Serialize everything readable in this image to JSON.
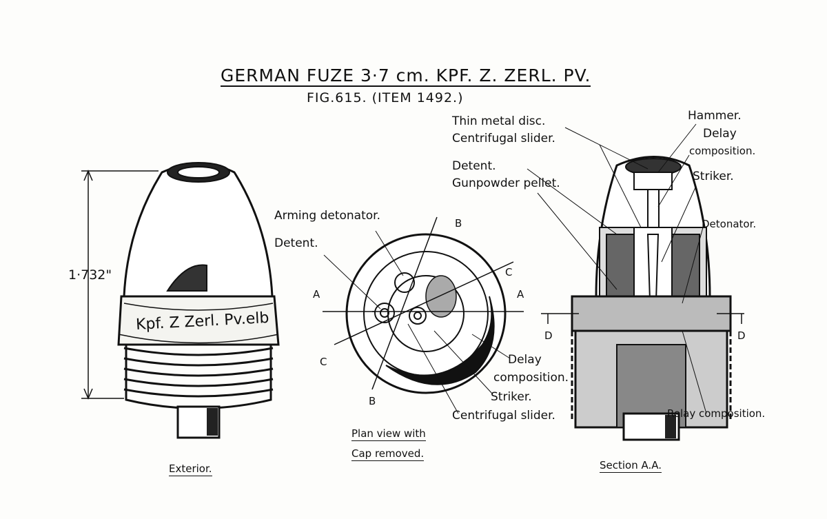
{
  "title": "GERMAN FUZE 3·7 cm. KPF. Z. ZERL. PV.",
  "subtitle": "FIG.615. (ITEM 1492.)",
  "exterior": {
    "dimension": "1·732\"",
    "marking": "Kpf. Z Zerl. Pv.elb",
    "caption": "Exterior."
  },
  "plan_view": {
    "labels": {
      "arming_detonator": "Arming detonator.",
      "detent": "Detent.",
      "delay_composition_1": "Delay",
      "delay_composition_2": "composition.",
      "striker": "Striker.",
      "centrifugal_slider": "Centrifugal slider."
    },
    "section_marks": {
      "b_top": "B",
      "b_bottom": "B",
      "c_top": "C",
      "c_bottom": "C",
      "a_left": "A",
      "a_right": "A"
    },
    "caption_line1": "Plan view with",
    "caption_line2": "Cap removed."
  },
  "section_view": {
    "labels": {
      "thin_metal_disc": "Thin metal disc.",
      "centrifugal_slider": "Centrifugal slider.",
      "detent": "Detent.",
      "gunpowder_pellet": "Gunpowder pellet.",
      "hammer": "Hammer.",
      "delay_1": "Delay",
      "delay_2": "composition.",
      "striker": "Striker.",
      "detonator": "Detonator.",
      "relay_composition": "Relay composition."
    },
    "section_marks": {
      "d_left": "D",
      "d_right": "D"
    },
    "caption": "Section A.A."
  }
}
